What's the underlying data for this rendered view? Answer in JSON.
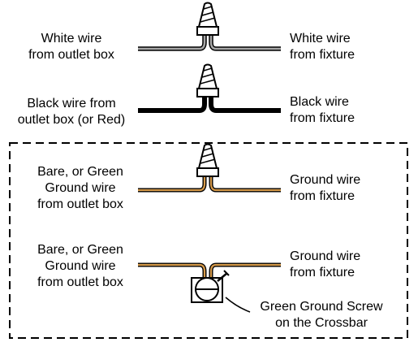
{
  "rows": [
    {
      "left": [
        "White wire",
        "from outlet box"
      ],
      "right": [
        "White wire",
        "from fixture"
      ]
    },
    {
      "left": [
        "Black wire from",
        "outlet box (or Red)"
      ],
      "right": [
        "Black wire",
        "from fixture"
      ]
    },
    {
      "left": [
        "Bare, or Green",
        "Ground wire",
        "from outlet box"
      ],
      "right": [
        "Ground wire",
        "from fixture"
      ]
    },
    {
      "left": [
        "Bare, or Green",
        "Ground wire",
        "from outlet box"
      ],
      "right": [
        "Ground wire",
        "from fixture"
      ]
    }
  ],
  "screw_label": [
    "Green Ground Screw",
    "on the Crossbar"
  ],
  "colors": {
    "white_wire": "#a6a6a6",
    "black_wire": "#000000",
    "ground_wire": "#b87a2e",
    "ground_core": "#e9c98f",
    "outline": "#000000"
  }
}
